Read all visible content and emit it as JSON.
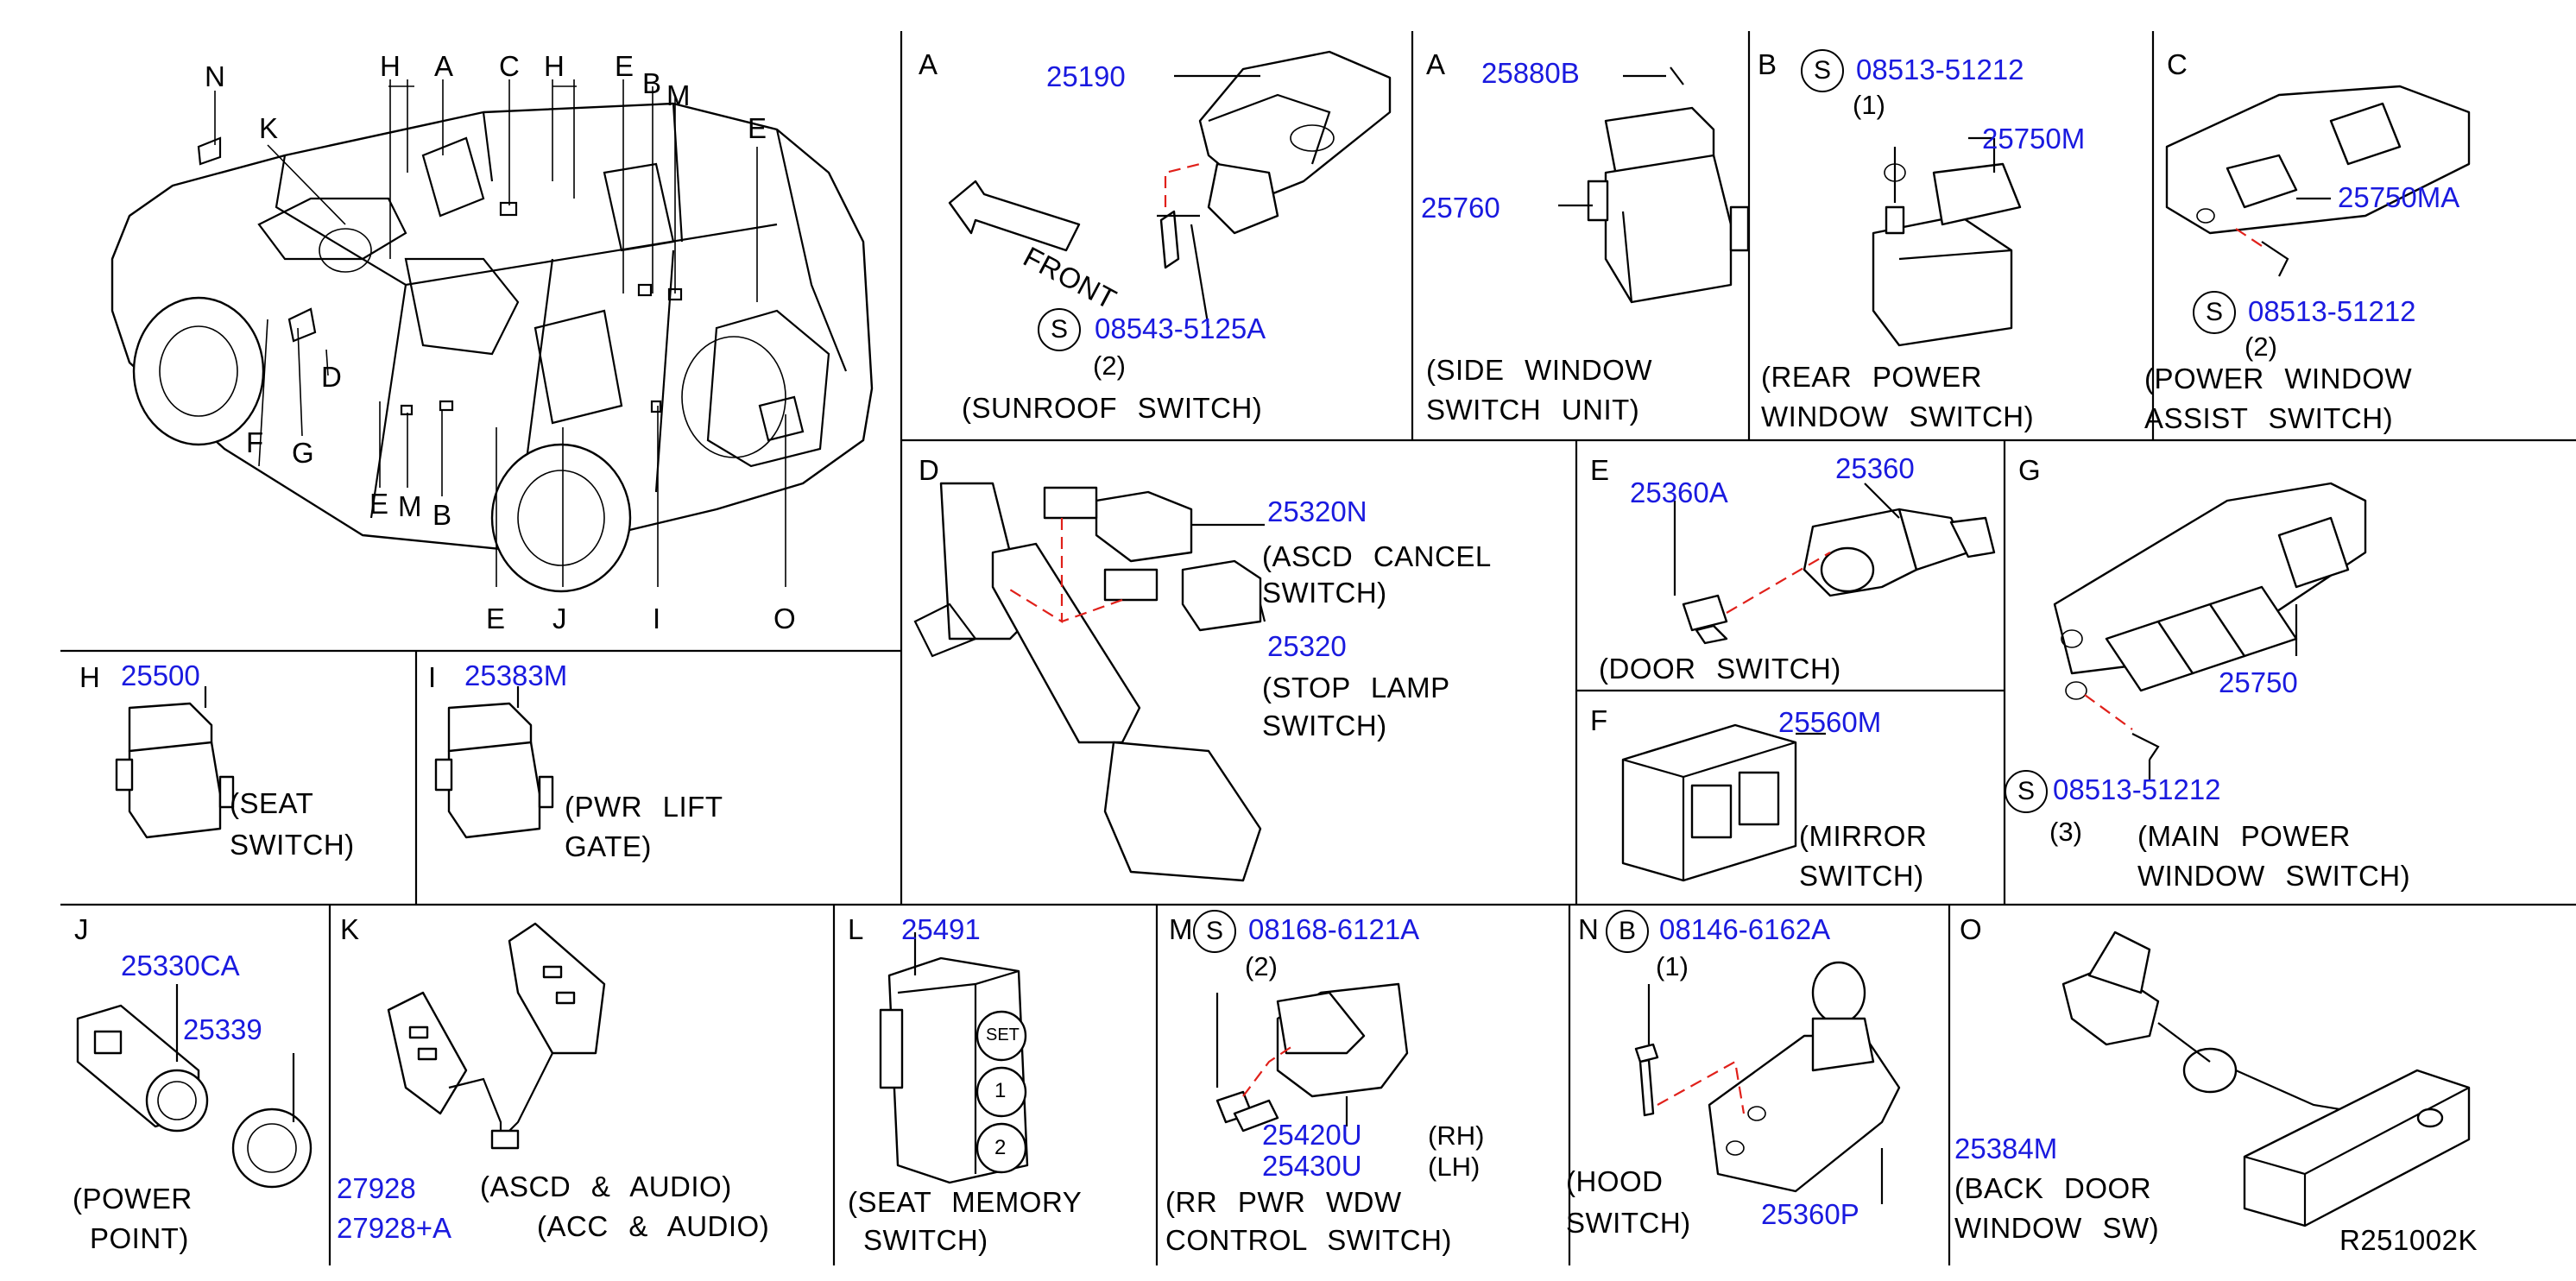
{
  "footer": {
    "ref": "R251002K"
  },
  "overview": {
    "callouts": [
      "N",
      "K",
      "H",
      "A",
      "C",
      "H",
      "E",
      "B",
      "M",
      "E",
      "D",
      "F",
      "G",
      "E",
      "M",
      "B",
      "E",
      "J",
      "I",
      "O"
    ]
  },
  "sections": {
    "A_sunroof": {
      "letter": "A",
      "part1": "25190",
      "bolt": "08543-5125A",
      "bolt_prefix": "S",
      "qty": "(2)",
      "front": "FRONT",
      "caption": "(SUNROOF  SWITCH)"
    },
    "A_side": {
      "letter": "A",
      "part1": "25880B",
      "part2": "25760",
      "caption1": "(SIDE  WINDOW",
      "caption2": "SWITCH  UNIT)"
    },
    "B_rear": {
      "letter": "B",
      "bolt_prefix": "S",
      "bolt": "08513-51212",
      "qty": "(1)",
      "part1": "25750M",
      "caption1": "(REAR  POWER",
      "caption2": "WINDOW  SWITCH)"
    },
    "C_assist": {
      "letter": "C",
      "part1": "25750MA",
      "bolt_prefix": "S",
      "bolt": "08513-51212",
      "qty": "(2)",
      "caption1": "(POWER  WINDOW",
      "caption2": "ASSIST  SWITCH)"
    },
    "D_pedal": {
      "letter": "D",
      "part1": "25320N",
      "cap1a": "(ASCD  CANCEL",
      "cap1b": "SWITCH)",
      "part2": "25320",
      "cap2a": "(STOP  LAMP",
      "cap2b": "SWITCH)"
    },
    "E_door": {
      "letter": "E",
      "part1": "25360A",
      "part2": "25360",
      "caption": "(DOOR  SWITCH)"
    },
    "F_mirror": {
      "letter": "F",
      "part1": "25560M",
      "caption1": "(MIRROR",
      "caption2": "SWITCH)"
    },
    "G_main": {
      "letter": "G",
      "part1": "25750",
      "bolt_prefix": "S",
      "bolt": "08513-51212",
      "qty": "(3)",
      "caption1": "(MAIN  POWER",
      "caption2": "WINDOW  SWITCH)"
    },
    "H_seat": {
      "letter": "H",
      "part1": "25500",
      "caption1": "(SEAT",
      "caption2": "SWITCH)"
    },
    "I_lift": {
      "letter": "I",
      "part1": "25383M",
      "caption1": "(PWR  LIFT",
      "caption2": "GATE)"
    },
    "J_power": {
      "letter": "J",
      "part1": "25330CA",
      "part2": "25339",
      "caption1": "(POWER",
      "caption2": "POINT)"
    },
    "K_ascd": {
      "letter": "K",
      "part1": "27928",
      "part2": "27928+A",
      "caption1": "(ASCD  &  AUDIO)",
      "caption2": "(ACC  &  AUDIO)"
    },
    "L_memory": {
      "letter": "L",
      "part1": "25491",
      "caption1": "(SEAT  MEMORY",
      "caption2": "SWITCH)",
      "buttons": [
        "SET",
        "1",
        "2"
      ]
    },
    "M_rr": {
      "letter": "M",
      "bolt_prefix": "S",
      "bolt": "08168-6121A",
      "qty": "(2)",
      "part1": "25420U",
      "part2": "25430U",
      "rh": "(RH)",
      "lh": "(LH)",
      "caption1": "(RR  PWR  WDW",
      "caption2": "CONTROL  SWITCH)"
    },
    "N_hood": {
      "letter": "N",
      "bolt_prefix": "B",
      "bolt": "08146-6162A",
      "qty": "(1)",
      "part1": "25360P",
      "caption1": "(HOOD",
      "caption2": "SWITCH)"
    },
    "O_back": {
      "letter": "O",
      "part1": "25384M",
      "caption1": "(BACK  DOOR",
      "caption2": "WINDOW  SW)"
    }
  }
}
